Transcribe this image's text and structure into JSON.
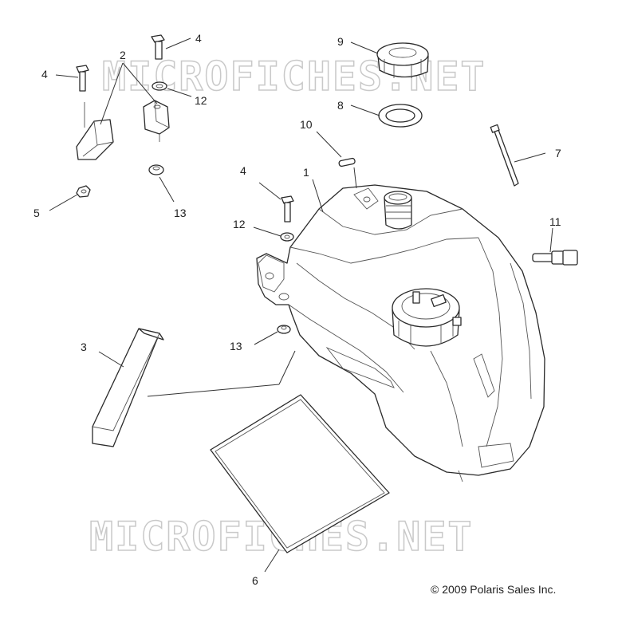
{
  "callouts": {
    "c1": "1",
    "c2": "2",
    "c3": "3",
    "c4a": "4",
    "c4b": "4",
    "c4c": "4",
    "c5": "5",
    "c6": "6",
    "c7": "7",
    "c8": "8",
    "c9": "9",
    "c10": "10",
    "c11": "11",
    "c12a": "12",
    "c12b": "12",
    "c13a": "13",
    "c13b": "13"
  },
  "watermark": {
    "top": "MICROFICHES.NET",
    "bottom": "MICROFICHES.NET"
  },
  "copyright": "© 2009 Polaris Sales Inc."
}
